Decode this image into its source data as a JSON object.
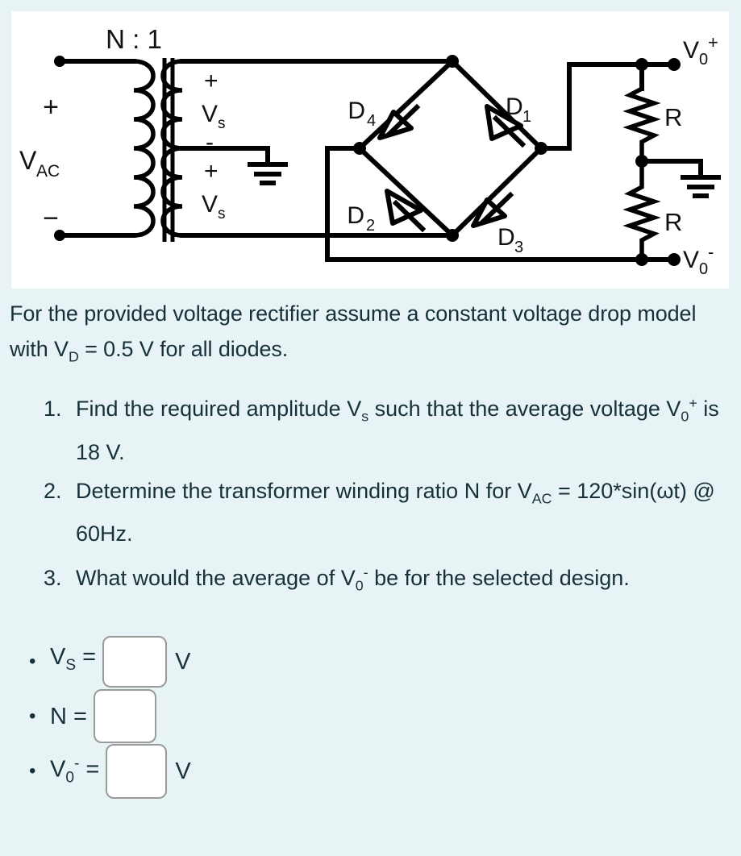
{
  "figure": {
    "title": "bridge-rectifier-circuit",
    "labels": {
      "turns_ratio": "N : 1",
      "source": "VAC",
      "source_letter": "V",
      "source_sub": "AC",
      "primary_plus": "+",
      "primary_minus": "−",
      "secondary_top_plus": "+",
      "secondary_top_minus": "-",
      "secondary_bottom_plus": "+",
      "secondary_bottom_minus": "-",
      "vs_letter": "V",
      "vs_sub": "s",
      "diode_1": "D",
      "diode_1_sub": "1",
      "diode_2": "D",
      "diode_2_sub": "2",
      "diode_3": "D",
      "diode_3_sub": "3",
      "diode_4": "D",
      "diode_4_sub": "4",
      "resistor_top": "R",
      "resistor_bottom": "R",
      "out_pos_letter": "V",
      "out_pos_sub": "0",
      "out_pos_sup": "+",
      "out_neg_letter": "V",
      "out_neg_sub": "0",
      "out_neg_sup": "-"
    },
    "colors": {
      "wire": "#000000",
      "background": "#ffffff",
      "label_text": "#111111"
    }
  },
  "prose": {
    "intro_part1": "For the provided voltage rectifier assume a constant voltage drop model with V",
    "intro_sub": "D",
    "intro_part2": " = 0.5 V for all diodes."
  },
  "questions": [
    {
      "id": "q1",
      "text_a": "Find the required amplitude V",
      "sub_a": "s",
      "text_b": " such that the average voltage V",
      "sub_b": "0",
      "sup_b": "+",
      "text_c": " is 18 V."
    },
    {
      "id": "q2",
      "text_a": "Determine the transformer winding ratio N for V",
      "sub_a": "AC",
      "text_b": " = 120*sin(ωt) @ 60Hz.",
      "sub_b": "",
      "sup_b": "",
      "text_c": ""
    },
    {
      "id": "q3",
      "text_a": "What would the average of V",
      "sub_a": "0",
      "sup_a": "-",
      "text_b": " be for the selected design.",
      "sub_b": "",
      "sup_b": "",
      "text_c": ""
    }
  ],
  "answers": [
    {
      "id": "vs",
      "label_letter": "V",
      "label_sub": "S",
      "label_eq": " =",
      "value": "",
      "placeholder": "",
      "unit": "V"
    },
    {
      "id": "n",
      "label_letter": "N",
      "label_sub": "",
      "label_eq": " =",
      "value": "",
      "placeholder": "",
      "unit": ""
    },
    {
      "id": "v0minus",
      "label_letter": "V",
      "label_sub": "0",
      "label_sup": "-",
      "label_eq": " =",
      "value": "",
      "placeholder": "",
      "unit": "V"
    }
  ],
  "colors": {
    "page_background": "#e7f3f5",
    "text": "#17313b",
    "input_border": "#9a9a9a",
    "input_background": "#ffffff"
  }
}
